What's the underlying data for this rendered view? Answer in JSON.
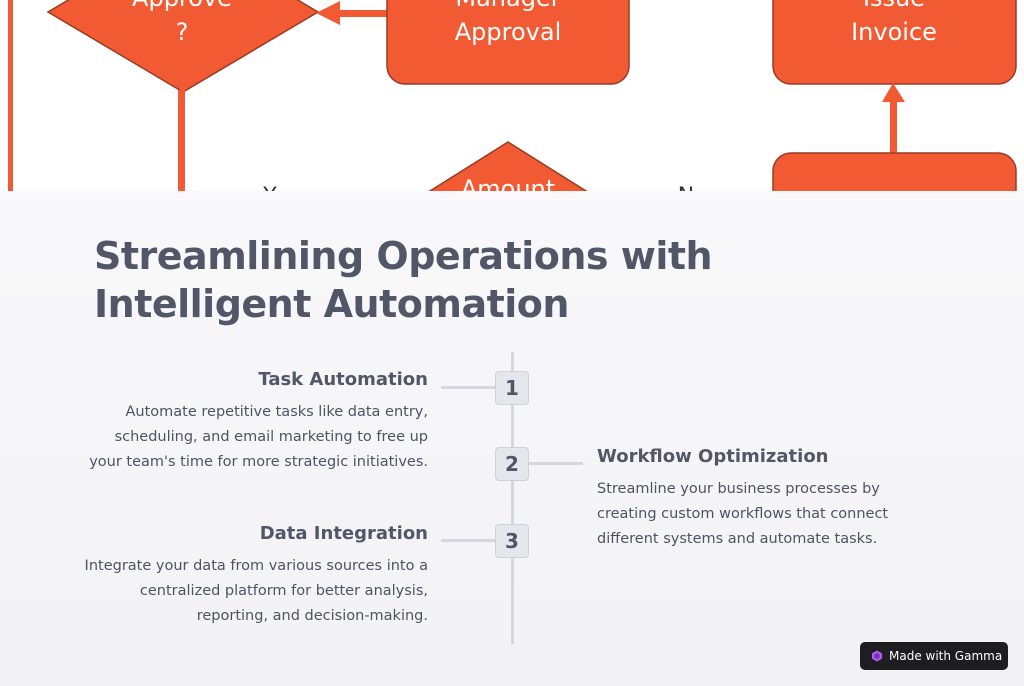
{
  "flowchart": {
    "approve_line1": "Approve",
    "approve_line2": "?",
    "manager_line1": "Manager",
    "manager_line2": "Approval",
    "invoice_line1": "Issue",
    "invoice_line2": "Invoice",
    "amount": "Amount",
    "label_y": "Y",
    "label_n": "N",
    "shape_color": "#f15a33"
  },
  "title": "Streamlining Operations with Intelligent Automation",
  "steps": [
    {
      "number": "1",
      "title": "Task Automation",
      "description_lines": [
        "Automate repetitive tasks like data entry,",
        "scheduling, and email marketing to free up",
        "your team's time for more strategic initiatives."
      ]
    },
    {
      "number": "2",
      "title": "Workflow Optimization",
      "description_lines": [
        "Streamline your business processes by",
        "creating custom workflows that connect",
        "different systems and automate tasks."
      ]
    },
    {
      "number": "3",
      "title": "Data Integration",
      "description_lines": [
        "Integrate your data from various sources into a",
        "centralized platform for better analysis,",
        "reporting, and decision-making."
      ]
    }
  ],
  "badge": {
    "label": "Made with Gamma",
    "icon": "gamma-logo-icon"
  }
}
